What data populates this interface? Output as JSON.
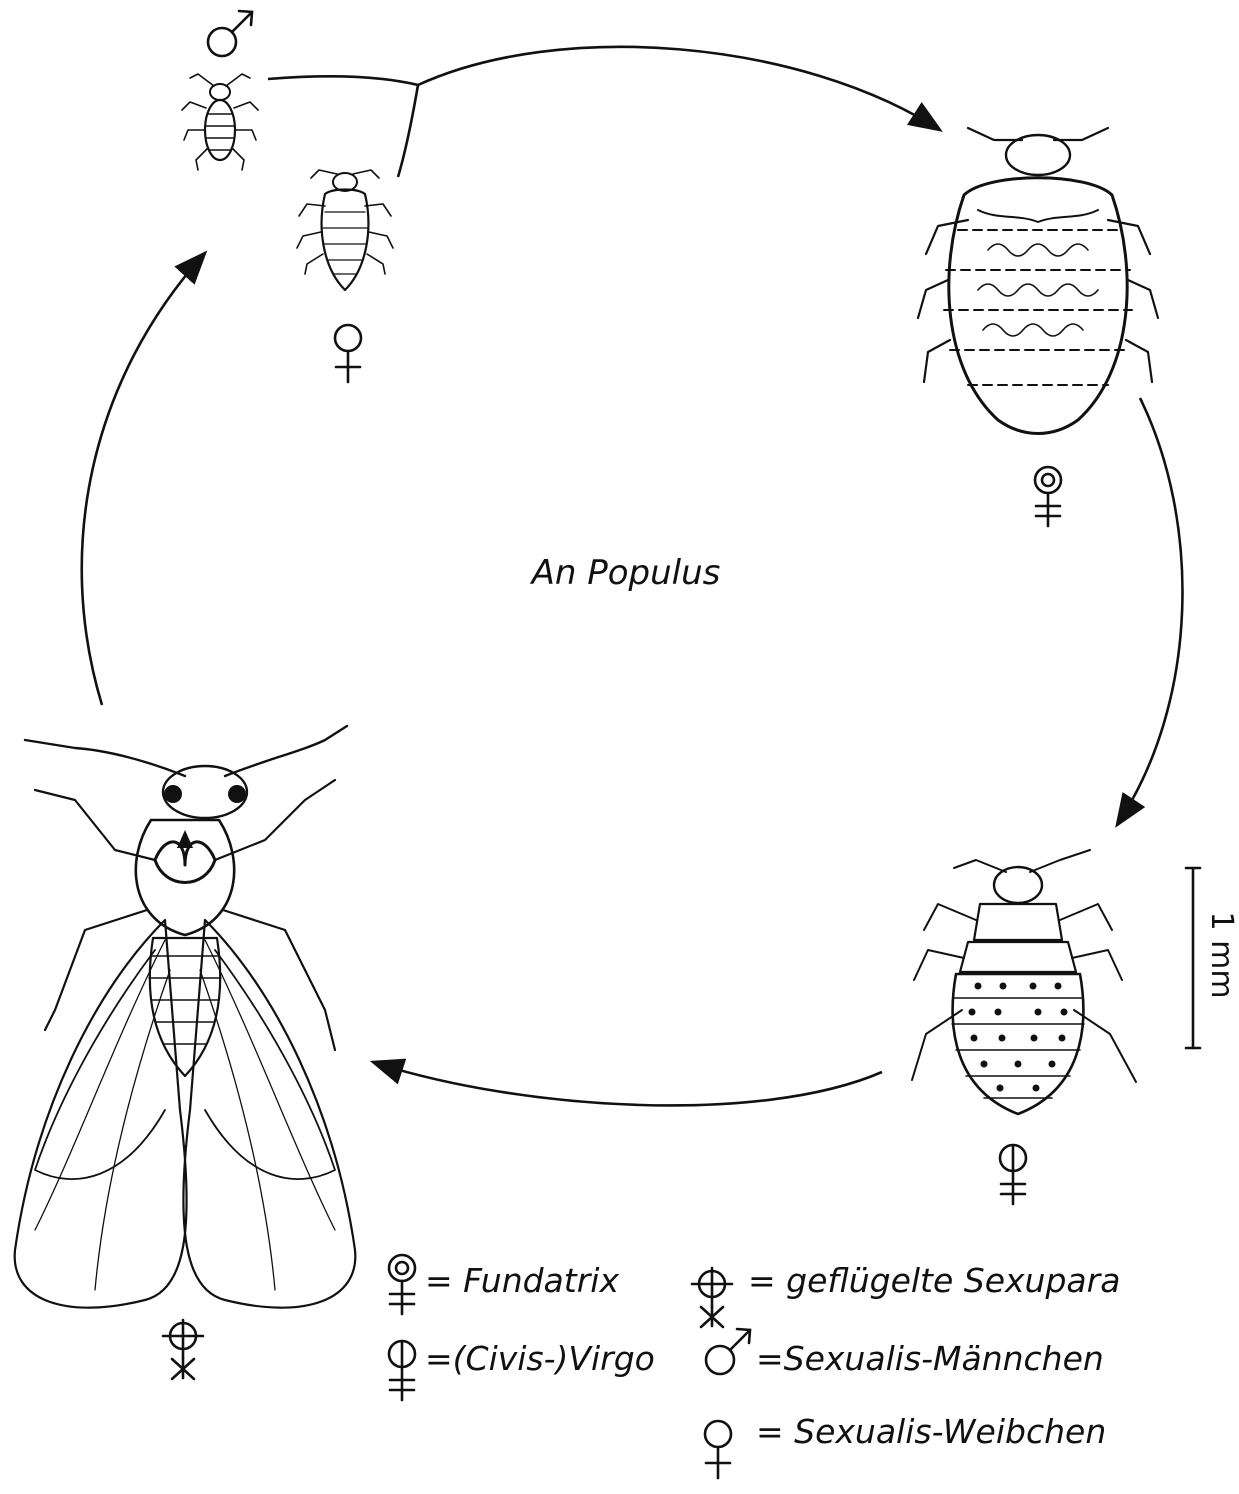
{
  "center_label": "An Populus",
  "scale_bar": {
    "label": "1 mm"
  },
  "legend": [
    {
      "symbol": "fundatrix-symbol",
      "text": "= Fundatrix"
    },
    {
      "symbol": "virgo-symbol",
      "text": "=(Civis-)Virgo"
    },
    {
      "symbol": "winged-sexupara-symbol",
      "text": "= geflügelte Sexupara"
    },
    {
      "symbol": "male-symbol",
      "text": "=Sexualis-Männchen"
    },
    {
      "symbol": "female-symbol",
      "text": "= Sexualis-Weibchen"
    }
  ]
}
